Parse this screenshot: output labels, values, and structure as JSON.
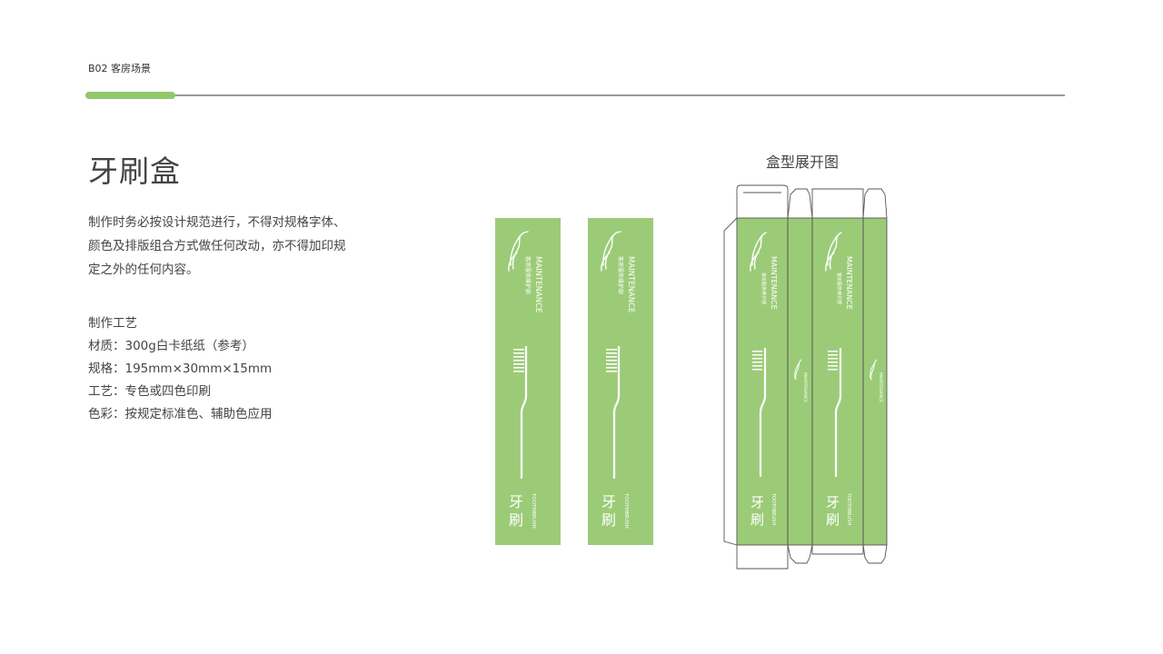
{
  "header": {
    "section_code": "B02 客房场景"
  },
  "page": {
    "title": "牙刷盒"
  },
  "description": "制作时务必按设计规范进行，不得对规格字体、颜色及排版组合方式做任何改动，亦不得加印规定之外的任何内容。",
  "specs": {
    "heading": "制作工艺",
    "material": "材质：300g白卡纸纸（参考）",
    "size": "规格：195mm×30mm×15mm",
    "craft": "工艺：专色或四色印刷",
    "color": "色彩：按规定标准色、辅助色应用"
  },
  "diagram": {
    "title": "盒型展开图"
  },
  "package": {
    "brand_en": "MAINTENANCE",
    "brand_cn": "客房服务维护部",
    "product_cn_1": "牙",
    "product_cn_2": "刷",
    "product_en": "TOOTHBRUSH"
  },
  "colors": {
    "accent": "#92c86c",
    "panel": "#9ccb78",
    "rule": "#9a9a9a",
    "text": "#444444"
  }
}
